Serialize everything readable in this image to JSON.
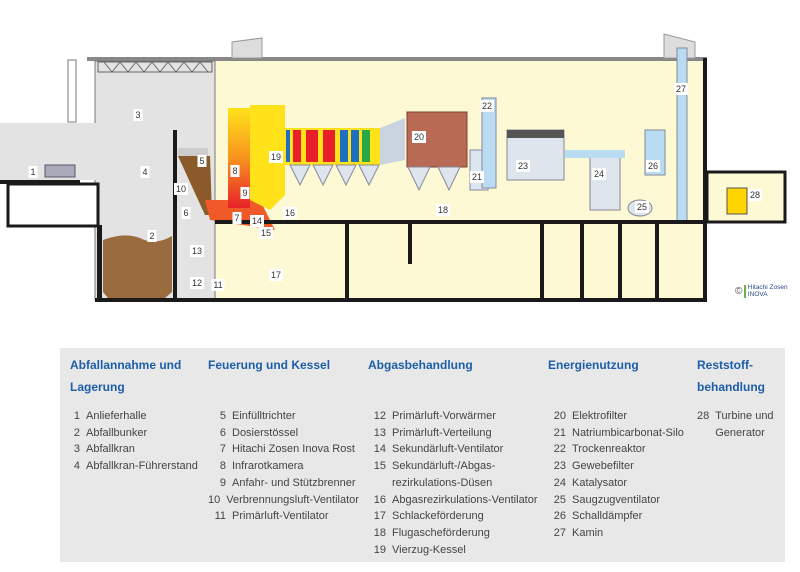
{
  "diagram": {
    "labels": [
      "1",
      "2",
      "3",
      "4",
      "5",
      "6",
      "7",
      "8",
      "9",
      "10",
      "11",
      "12",
      "13",
      "14",
      "15",
      "16",
      "17",
      "18",
      "19",
      "20",
      "21",
      "22",
      "23",
      "24",
      "25",
      "26",
      "27",
      "28"
    ],
    "colors": {
      "hall": "#fdf9d4",
      "building": "#e3e3e3",
      "boiler": "#ffe21a",
      "fire": "#f05a28",
      "hot": "#e8202a",
      "cool": "#1f6fc0",
      "eco": "#2aa845",
      "esp": "#b86a55",
      "duct": "#b9dcf2",
      "waste": "#9a6b3e",
      "wall": "#1a1a1a"
    }
  },
  "logo": {
    "copyright": "©",
    "line1": "Hitachi Zosen",
    "line2": "INOVA"
  },
  "legend": {
    "columns": [
      {
        "title": "Abfallannahme und Lagerung",
        "items": [
          {
            "n": "1",
            "t": "Anlieferhalle"
          },
          {
            "n": "2",
            "t": "Abfallbunker"
          },
          {
            "n": "3",
            "t": "Abfallkran"
          },
          {
            "n": "4",
            "t": "Abfallkran-Führerstand"
          }
        ]
      },
      {
        "title": "Feuerung und Kessel",
        "items": [
          {
            "n": "5",
            "t": "Einfülltrichter"
          },
          {
            "n": "6",
            "t": "Dosierstössel"
          },
          {
            "n": "7",
            "t": "Hitachi Zosen Inova Rost"
          },
          {
            "n": "8",
            "t": "Infrarotkamera"
          },
          {
            "n": "9",
            "t": "Anfahr- und Stützbrenner"
          },
          {
            "n": "10",
            "t": "Verbrennungsluft-Ventilator"
          },
          {
            "n": "11",
            "t": "Primärluft-Ventilator"
          }
        ]
      },
      {
        "title": "Abgasbehandlung",
        "items": [
          {
            "n": "12",
            "t": "Primärluft-Vorwärmer"
          },
          {
            "n": "13",
            "t": "Primärluft-Verteilung"
          },
          {
            "n": "14",
            "t": "Sekundärluft-Ventilator"
          },
          {
            "n": "15",
            "t": "Sekundärluft-/Abgas-\nrezirkulations-Düsen"
          },
          {
            "n": "16",
            "t": "Abgasrezirkulations-Ventilator"
          },
          {
            "n": "17",
            "t": "Schlackeförderung"
          },
          {
            "n": "18",
            "t": "Flugascheförderung"
          },
          {
            "n": "19",
            "t": "Vierzug-Kessel"
          }
        ]
      },
      {
        "title": "Energienutzung",
        "items": [
          {
            "n": "20",
            "t": "Elektrofilter"
          },
          {
            "n": "21",
            "t": "Natriumbicarbonat-Silo"
          },
          {
            "n": "22",
            "t": "Trockenreaktor"
          },
          {
            "n": "23",
            "t": "Gewebefilter"
          },
          {
            "n": "24",
            "t": "Katalysator"
          },
          {
            "n": "25",
            "t": "Saugzugventilator"
          },
          {
            "n": "26",
            "t": "Schalldämpfer"
          },
          {
            "n": "27",
            "t": "Kamin"
          }
        ]
      },
      {
        "title": "Reststoff-behandlung",
        "items": [
          {
            "n": "28",
            "t": "Turbine und Generator"
          }
        ]
      }
    ]
  }
}
